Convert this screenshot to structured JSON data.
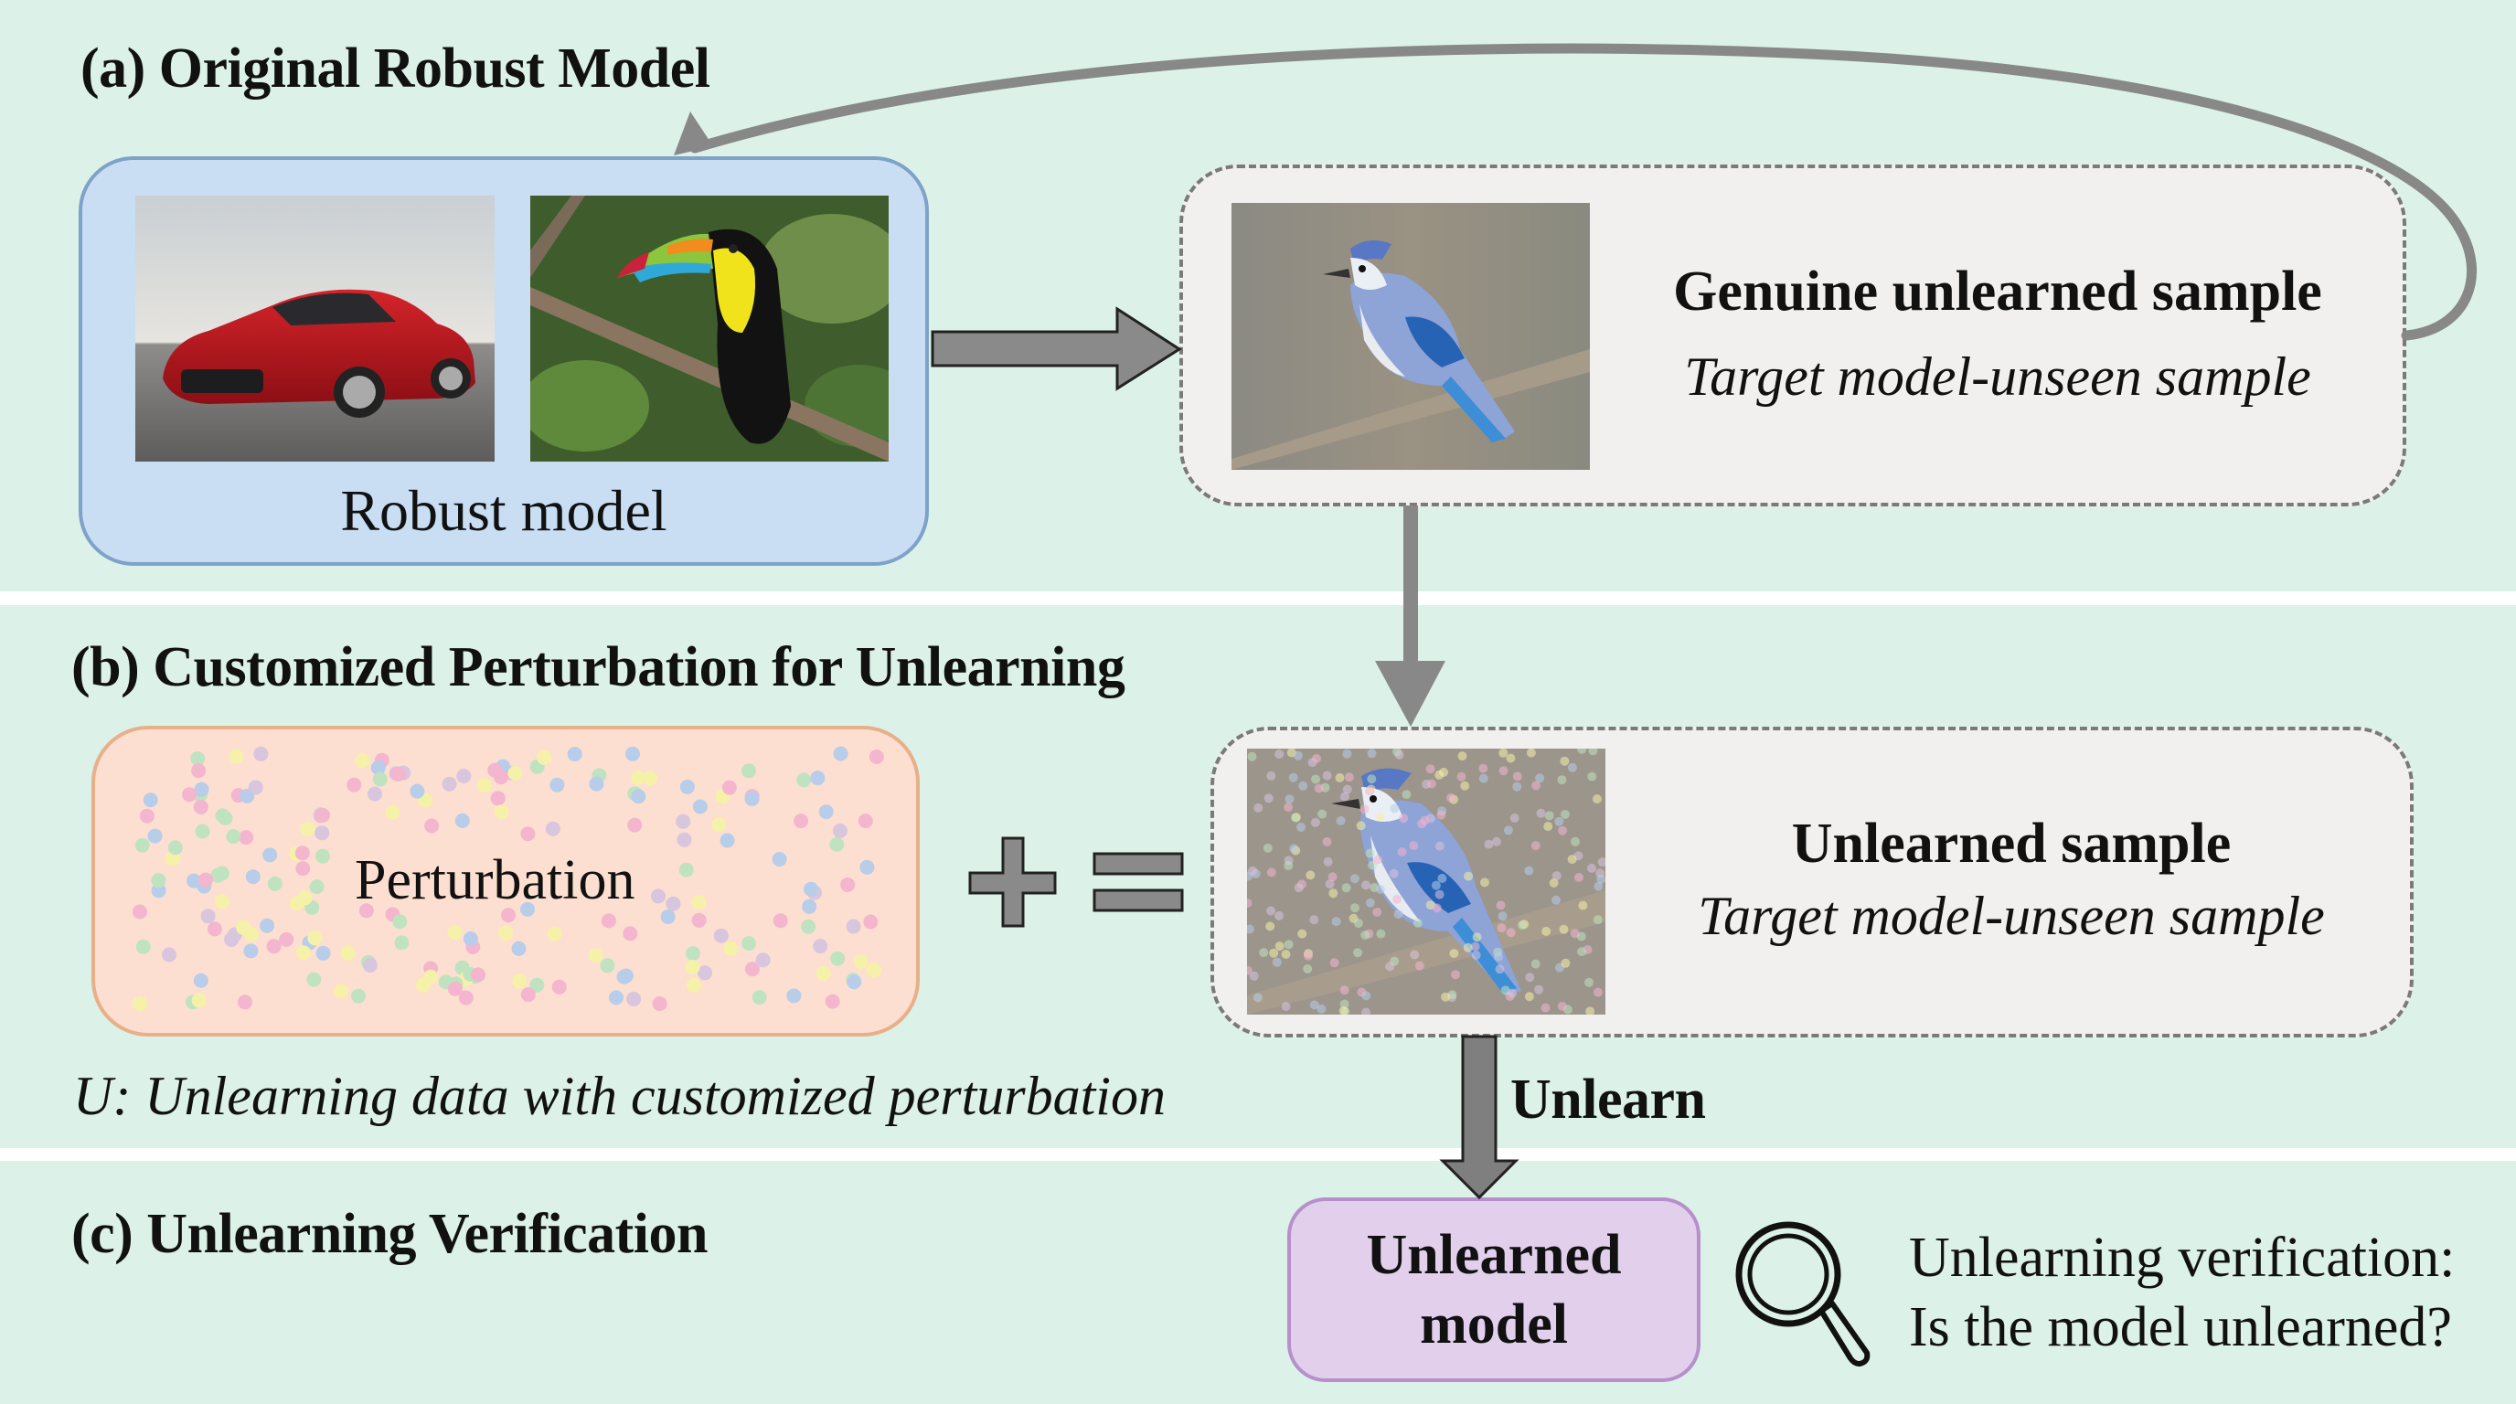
{
  "sections": {
    "a": {
      "title": "(a) Original Robust Model"
    },
    "b": {
      "title": "(b) Customized Perturbation for Unlearning"
    },
    "c": {
      "title": "(c) Unlearning Verification"
    }
  },
  "robust_model": {
    "caption": "Robust model",
    "images": [
      {
        "subject": "red sports car",
        "icon": "car-photo"
      },
      {
        "subject": "toucan on branch",
        "icon": "toucan-photo"
      }
    ]
  },
  "genuine_sample": {
    "title": "Genuine unlearned sample",
    "subtitle": "Target model-unseen sample",
    "image": {
      "subject": "blue jay on branch",
      "icon": "blue-jay-photo"
    }
  },
  "perturbation": {
    "label": "Perturbation",
    "dot_colors": [
      "#f4b5cf",
      "#b7cde9",
      "#bfe3c0",
      "#f6f1a8",
      "#d8c5de"
    ],
    "note": "U: Unlearning data with customized perturbation"
  },
  "operators": {
    "plus": "+",
    "equals": "="
  },
  "unlearned_sample": {
    "title": "Unlearned sample",
    "subtitle": "Target model-unseen sample",
    "image": {
      "subject": "blue jay with colored noise dots",
      "icon": "perturbed-blue-jay-photo"
    }
  },
  "unlearn_arrow": {
    "label": "Unlearn"
  },
  "unlearned_model": {
    "line1": "Unlearned",
    "line2": "model"
  },
  "verification": {
    "icon": "magnifier-icon",
    "line1": "Unlearning verification:",
    "line2": "Is the model unlearned?"
  },
  "colors": {
    "background": "#dcf1e7",
    "separator": "#ffffff",
    "robust_box_fill": "#c9def3",
    "robust_box_border": "#7ea2c8",
    "sample_box_fill": "#f1f0ef",
    "sample_box_border": "#7a7a7a",
    "perturbation_fill": "#fcdfd0",
    "perturbation_border": "#e8b08a",
    "unlearned_model_fill": "#e2cfec",
    "unlearned_model_border": "#b68fcb",
    "arrow_gray": "#8c8c8c"
  }
}
